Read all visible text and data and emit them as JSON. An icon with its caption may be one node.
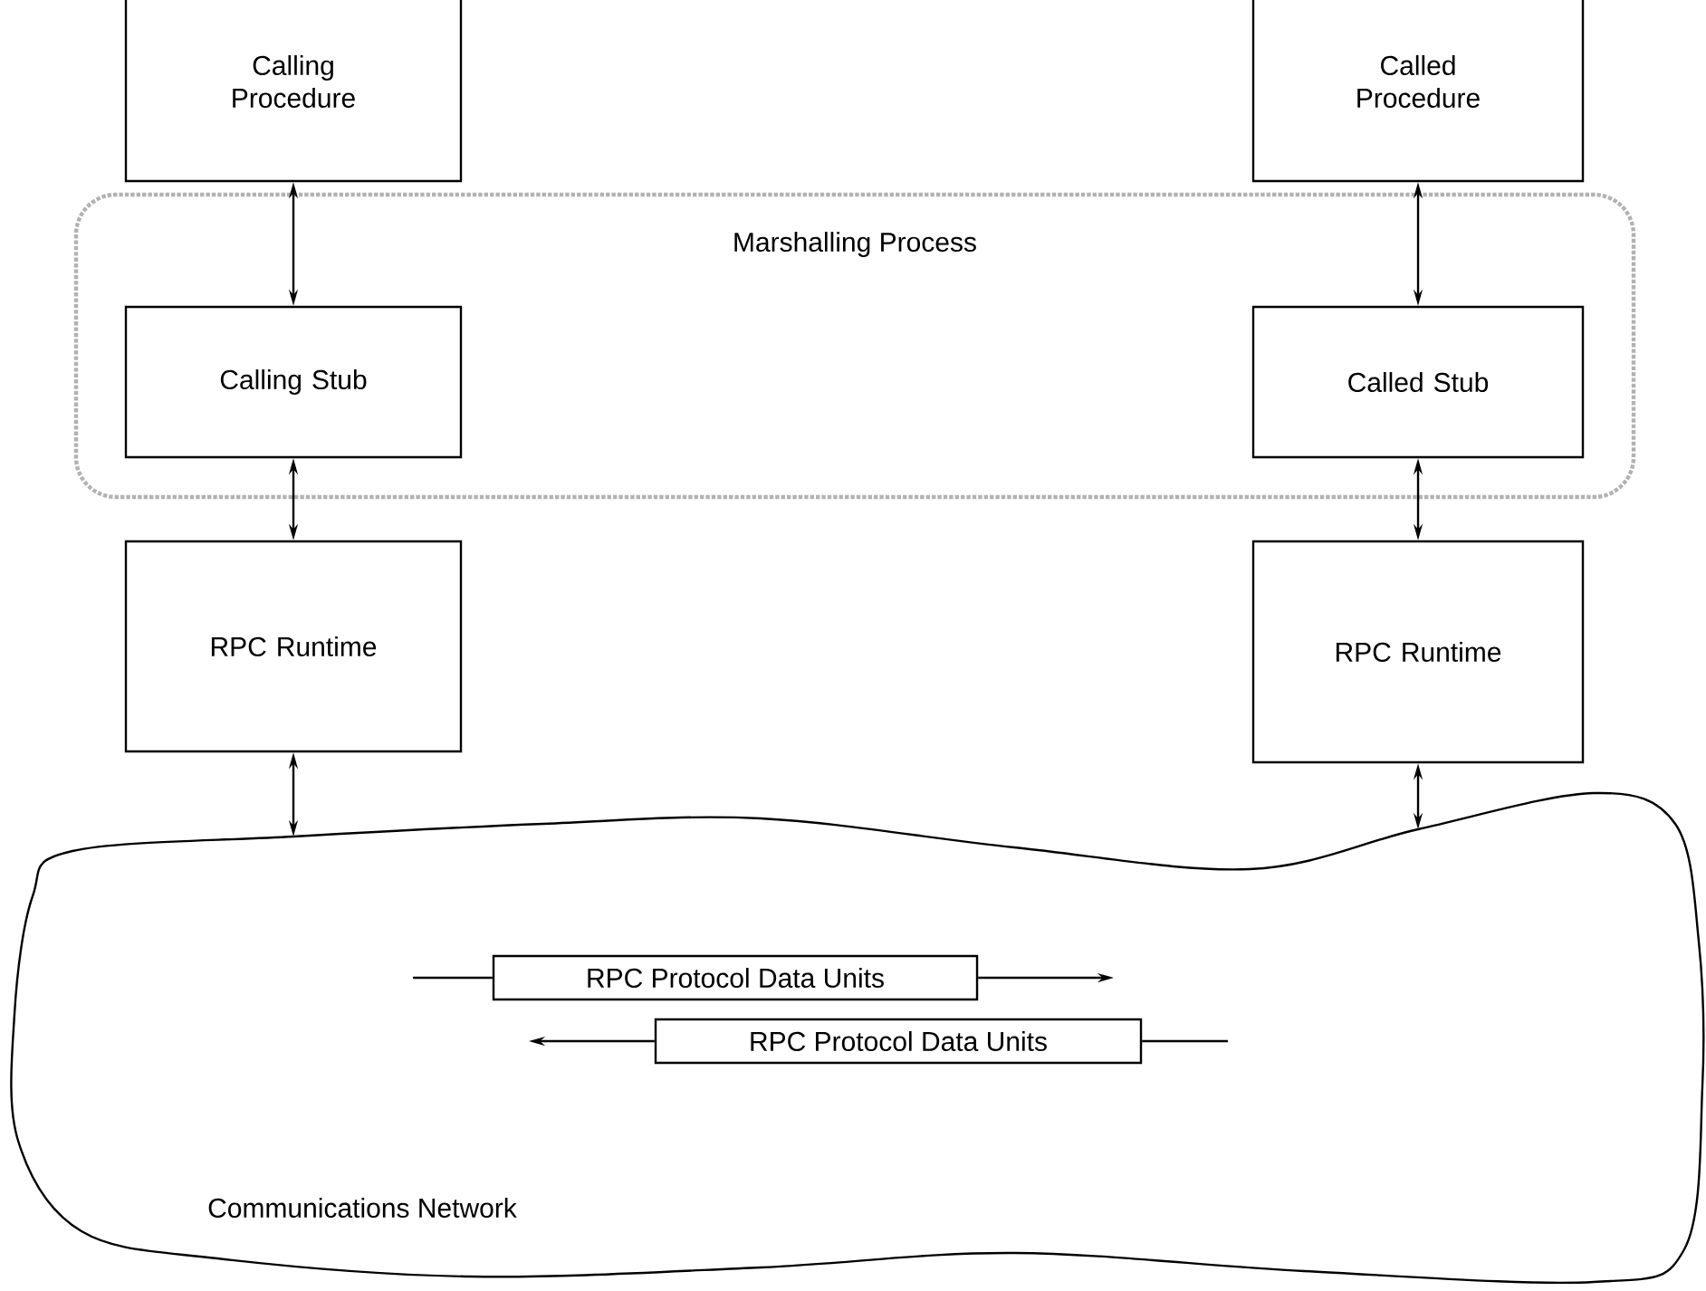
{
  "diagram": {
    "nodes": [
      {
        "text": [
          "Calling Procedure"
        ]
      },
      {
        "text": [
          "Called Procedure"
        ]
      },
      {
        "text": [
          "Marshalling Process"
        ]
      },
      {
        "text": [
          "Calling Stub"
        ],
        "in": 2
      },
      {
        "text": [
          "Called Stub"
        ],
        "in": 2
      },
      {
        "text": [
          "RPC Runtime"
        ]
      },
      {
        "text": [
          "RPC Runtime"
        ]
      },
      {
        "text": [
          "Communications Network"
        ]
      },
      {
        "text": [
          "RPC Protocol Data Units"
        ],
        "in": 7
      },
      {
        "text": [
          "RPC Protocol Data Units"
        ],
        "in": 7
      }
    ],
    "edges": [
      {
        "from": 0,
        "to": 3,
        "arrow": "both"
      },
      {
        "from": 1,
        "to": 4,
        "arrow": "both"
      },
      {
        "from": 3,
        "to": 5,
        "arrow": "both"
      },
      {
        "from": 4,
        "to": 6,
        "arrow": "both"
      },
      {
        "from": 5,
        "to": 7,
        "arrow": "both"
      },
      {
        "from": 6,
        "to": 7,
        "arrow": "both"
      },
      {
        "from": null,
        "to": 8,
        "arrow": "none"
      },
      {
        "from": 8,
        "to": null,
        "arrow": "to"
      },
      {
        "from": 9,
        "to": null,
        "arrow": "to"
      },
      {
        "from": null,
        "to": 9,
        "arrow": "none"
      }
    ]
  }
}
